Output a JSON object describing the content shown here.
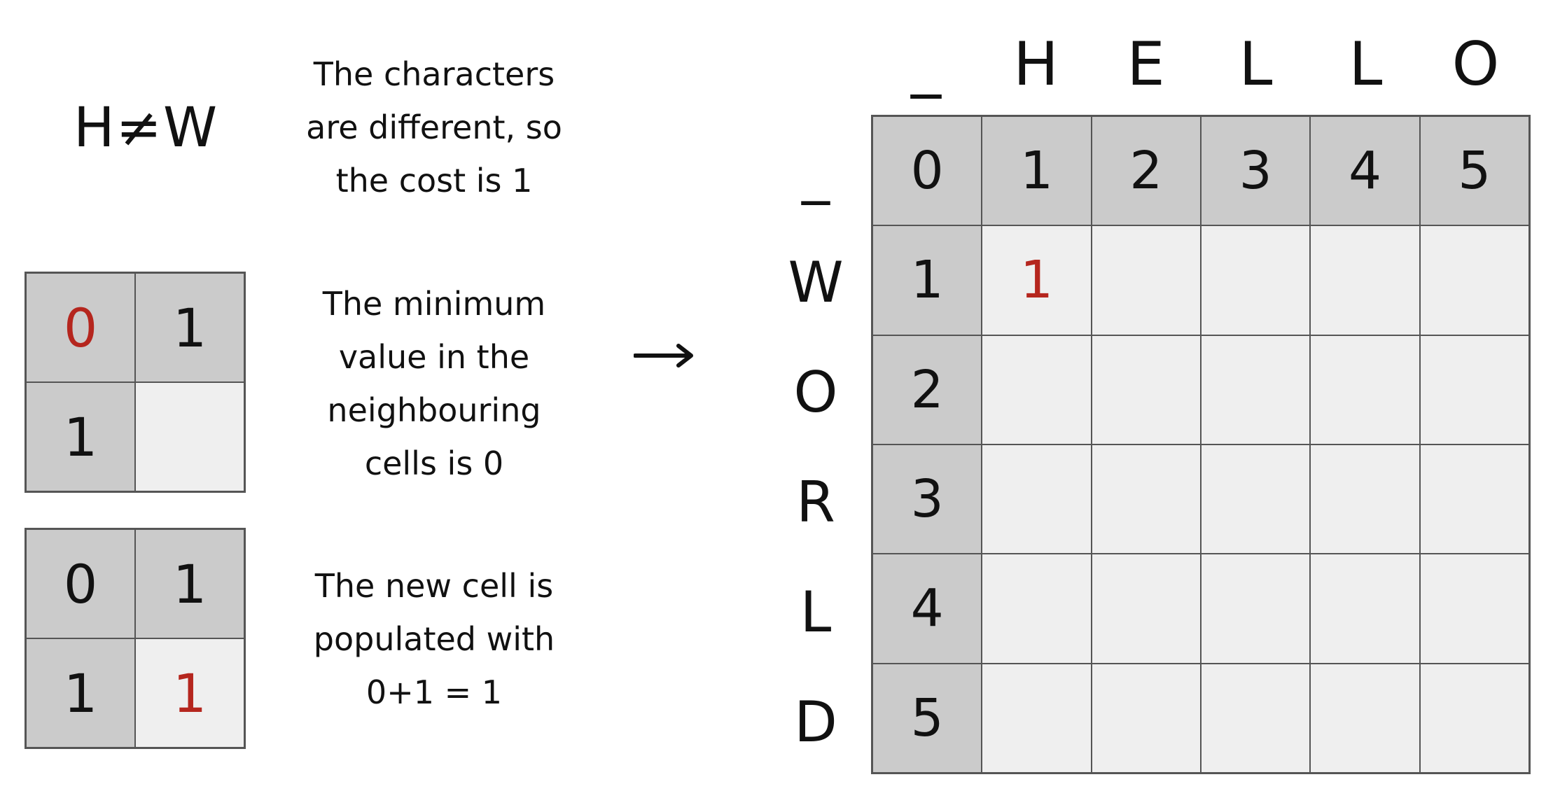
{
  "heading": "H≠W",
  "notes": [
    [
      "The characters",
      "are different, so",
      "the cost is 1"
    ],
    [
      "The minimum",
      "value in the",
      "neighbouring",
      "cells is 0"
    ],
    [
      "The new cell is",
      "populated with",
      "0+1 = 1"
    ]
  ],
  "mini_before": [
    [
      "0",
      "1"
    ],
    [
      "1",
      ""
    ]
  ],
  "mini_after": [
    [
      "0",
      "1"
    ],
    [
      "1",
      "1"
    ]
  ],
  "arrow": "→",
  "col_labels": [
    "_",
    "H",
    "E",
    "L",
    "L",
    "O"
  ],
  "row_labels": [
    "_",
    "W",
    "O",
    "R",
    "L",
    "D"
  ],
  "matrix": [
    [
      "0",
      "1",
      "2",
      "3",
      "4",
      "5"
    ],
    [
      "1",
      "1",
      "",
      "",
      "",
      ""
    ],
    [
      "2",
      "",
      "",
      "",
      "",
      ""
    ],
    [
      "3",
      "",
      "",
      "",
      "",
      ""
    ],
    [
      "4",
      "",
      "",
      "",
      "",
      ""
    ],
    [
      "5",
      "",
      "",
      "",
      "",
      ""
    ]
  ],
  "colors": {
    "dark_cell": "#cbcbcb",
    "light_cell": "#efefef",
    "highlight": "#b5261e",
    "border": "#555555"
  }
}
